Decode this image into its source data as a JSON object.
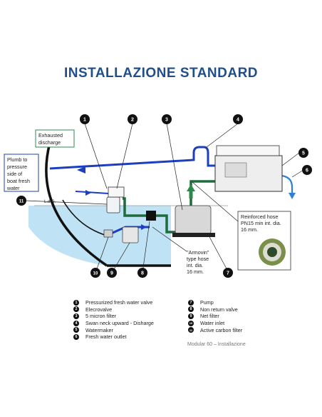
{
  "title": "INSTALLAZIONE STANDARD",
  "labels": {
    "exhausted": [
      "Exhausted",
      "discharge"
    ],
    "plumb": [
      "Plumb to",
      "pressure",
      "side of",
      "boat fresh",
      "water"
    ],
    "waterline": "L.d.G.",
    "reinforced": [
      "Reinforced hose",
      "PN15 min  int. dia.",
      "16 mm."
    ],
    "armovin": [
      "\"Armovin\"",
      "type hose",
      "int. dia.",
      "16 mm."
    ]
  },
  "callouts": [
    "1",
    "2",
    "3",
    "4",
    "5",
    "6",
    "7",
    "8",
    "9",
    "10",
    "11"
  ],
  "legend_left": [
    {
      "num": "1",
      "text": "Pressurized fresh water valve"
    },
    {
      "num": "2",
      "text": "Elecrovalve"
    },
    {
      "num": "3",
      "text": "5 micron filter"
    },
    {
      "num": "4",
      "text": "Swan neck upward - Disharge"
    },
    {
      "num": "5",
      "text": "Watermaker"
    },
    {
      "num": "6",
      "text": "Fresh water outlet"
    }
  ],
  "legend_right": [
    {
      "num": "7",
      "text": "Pump"
    },
    {
      "num": "8",
      "text": "Non return valve"
    },
    {
      "num": "9",
      "text": "Net filter"
    },
    {
      "num": "10",
      "text": "Water inlet"
    },
    {
      "num": "11",
      "text": "Active carbon filter"
    }
  ],
  "footer": "Modular 60 – Installazione",
  "colors": {
    "title": "#1f4e8c",
    "blue_hose": "#1d3fbf",
    "green_hose": "#1e6b3c",
    "sea": "#bfe3f4",
    "arrow_green": "#2a8a4a",
    "arrow_blue": "#2f7fd6"
  }
}
